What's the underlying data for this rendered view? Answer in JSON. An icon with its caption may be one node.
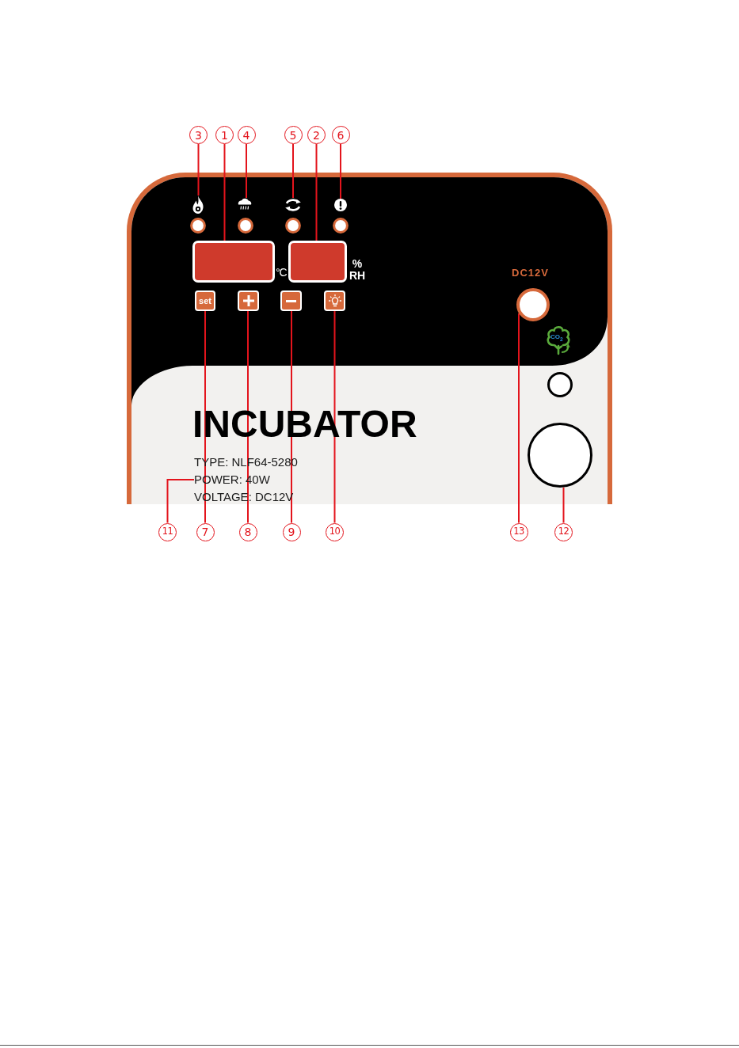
{
  "diagram": {
    "nodes": [
      {
        "text": [
          "3"
        ]
      },
      {
        "text": [
          "1"
        ]
      },
      {
        "text": [
          "4"
        ]
      },
      {
        "text": [
          "5"
        ]
      },
      {
        "text": [
          "2"
        ]
      },
      {
        "text": [
          "6"
        ]
      },
      {
        "text": [
          "INCUBATOR"
        ]
      },
      {
        "text": [],
        "shape": "picture",
        "in": 6
      },
      {
        "text": [],
        "shape": "picture",
        "in": 6
      },
      {
        "text": [],
        "shape": "picture",
        "in": 6
      },
      {
        "text": [],
        "shape": "picture",
        "in": 6
      },
      {
        "text": [],
        "shape": "box",
        "in": 6,
        "beside": [
          "°C"
        ]
      },
      {
        "text": [],
        "shape": "box",
        "in": 6,
        "beside": [
          "% RH"
        ]
      },
      {
        "text": [
          "set"
        ],
        "in": 6
      },
      {
        "text": [],
        "shape": "box",
        "in": 6
      },
      {
        "text": [],
        "shape": "box",
        "in": 6
      },
      {
        "text": [],
        "shape": "box",
        "in": 6
      },
      {
        "text": [],
        "shape": "circle",
        "in": 6,
        "beside": [
          "DC12V"
        ]
      },
      {
        "text": [
          "POWER: 40W"
        ],
        "in": 6
      },
      {
        "text": [],
        "shape": "circle",
        "in": 6
      },
      {
        "text": [
          "11"
        ]
      },
      {
        "text": [
          "7"
        ]
      },
      {
        "text": [
          "8"
        ]
      },
      {
        "text": [
          "9"
        ]
      },
      {
        "text": [
          "10"
        ]
      },
      {
        "text": [
          "13"
        ]
      },
      {
        "text": [
          "12"
        ]
      }
    ],
    "edges": [
      {
        "from": 0,
        "to": 7,
        "arrow": "none"
      },
      {
        "from": 1,
        "to": 11,
        "arrow": "none"
      },
      {
        "from": 2,
        "to": 8,
        "arrow": "none"
      },
      {
        "from": 3,
        "to": 9,
        "arrow": "none"
      },
      {
        "from": 4,
        "to": 12,
        "arrow": "none"
      },
      {
        "from": 5,
        "to": 10,
        "arrow": "none"
      },
      {
        "from": 20,
        "to": 18,
        "arrow": "none"
      },
      {
        "from": 21,
        "to": 13,
        "arrow": "none"
      },
      {
        "from": 22,
        "to": 14,
        "arrow": "none"
      },
      {
        "from": 23,
        "to": 15,
        "arrow": "none"
      },
      {
        "from": 24,
        "to": 16,
        "arrow": "none"
      },
      {
        "from": 25,
        "to": 17,
        "arrow": "none"
      },
      {
        "from": 26,
        "to": 19,
        "arrow": "none"
      }
    ],
    "labels": [
      "CO$_{2}$",
      "TYPE: NLF64-5280",
      "VOLTAGE: DC12V"
    ]
  }
}
